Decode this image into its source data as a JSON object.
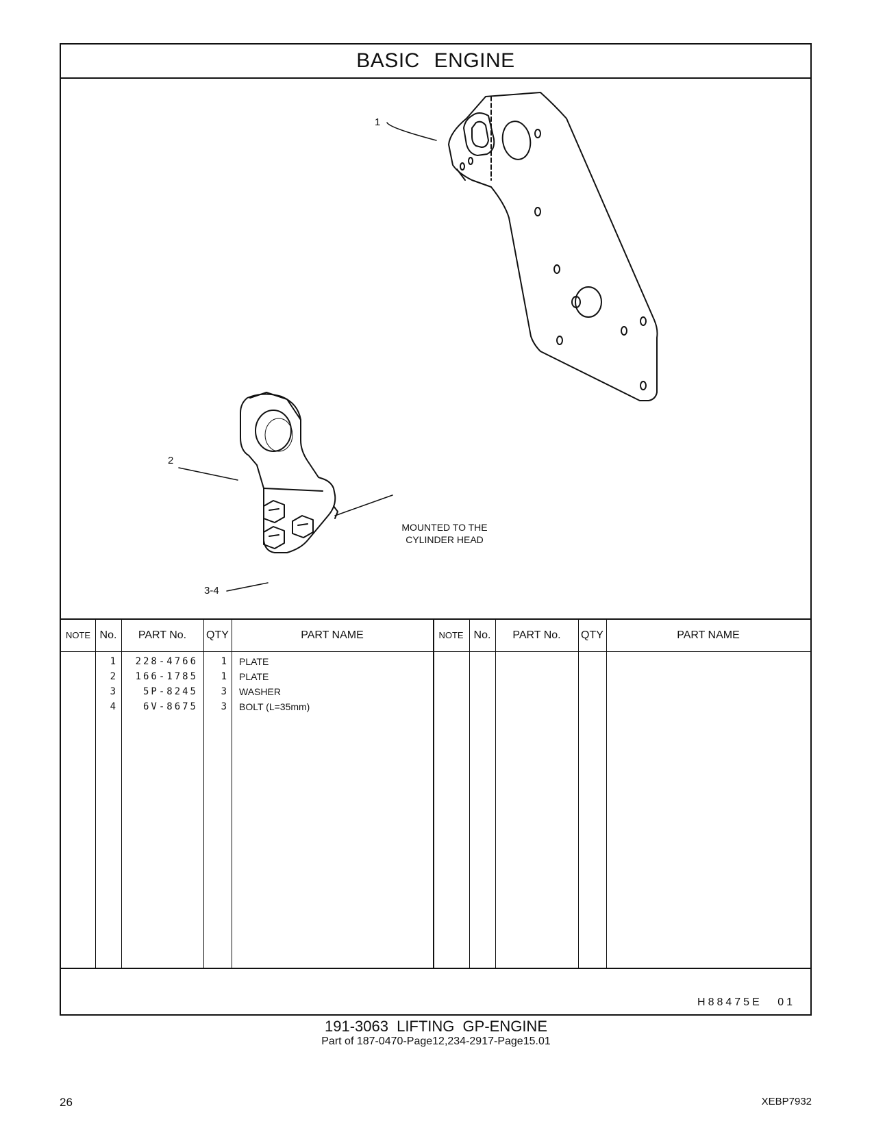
{
  "section_title": "BASIC   ENGINE",
  "callouts": {
    "c1": "1",
    "c2": "2",
    "c34": "3-4",
    "note_line1": "MOUNTED  TO  THE",
    "note_line2": "CYLINDER  HEAD"
  },
  "table_headers": {
    "note": "NOTE",
    "no": "No.",
    "part_no": "PART No.",
    "qty": "QTY",
    "part_name": "PART NAME"
  },
  "parts": [
    {
      "no": "1",
      "part_no": "228-4766",
      "qty": "1",
      "name": "PLATE"
    },
    {
      "no": "2",
      "part_no": "166-1785",
      "qty": "1",
      "name": "PLATE"
    },
    {
      "no": "3",
      "part_no": "5P-8245",
      "qty": "3",
      "name": "WASHER"
    },
    {
      "no": "4",
      "part_no": "6V-8675",
      "qty": "3",
      "name": "BOLT (L=35mm)"
    }
  ],
  "illustration_ref": "H88475E  01",
  "caption_main": "191-3063  LIFTING  GP-ENGINE",
  "caption_sub": "Part of 187-0470-Page12,234-2917-Page15.01",
  "page_number": "26",
  "doc_id": "XEBP7932"
}
